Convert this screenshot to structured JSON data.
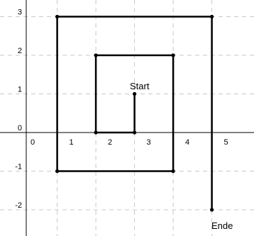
{
  "x_ticks": [
    {
      "v": 0,
      "label": "0"
    },
    {
      "v": 1,
      "label": "1"
    },
    {
      "v": 2,
      "label": "2"
    },
    {
      "v": 3,
      "label": "3"
    },
    {
      "v": 4,
      "label": "4"
    },
    {
      "v": 5,
      "label": "5"
    }
  ],
  "y_ticks": [
    {
      "v": 3,
      "label": "3"
    },
    {
      "v": 2,
      "label": "2"
    },
    {
      "v": 1,
      "label": "1"
    },
    {
      "v": 0,
      "label": "0"
    },
    {
      "v": -1,
      "label": "-1"
    },
    {
      "v": -2,
      "label": "-2"
    }
  ],
  "spiral": [
    [
      2.8,
      1
    ],
    [
      2.8,
      0
    ],
    [
      1.8,
      0
    ],
    [
      1.8,
      2
    ],
    [
      3.8,
      2
    ],
    [
      3.8,
      -1
    ],
    [
      0.8,
      -1
    ],
    [
      0.8,
      3
    ],
    [
      4.8,
      3
    ],
    [
      4.8,
      -2
    ]
  ],
  "start_label": "Start",
  "end_label": "Ende"
}
